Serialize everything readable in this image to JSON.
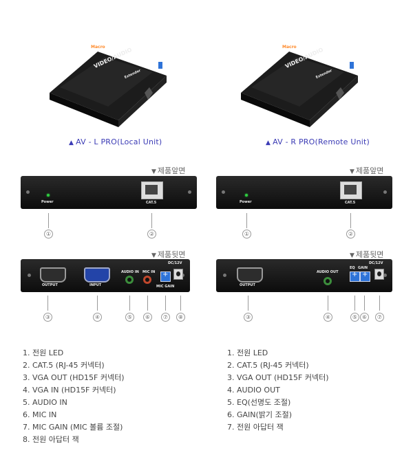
{
  "products": [
    {
      "caption": "AV - L PRO(Local Unit)",
      "brand": "Macro",
      "title": "VIDEO/AUDIO",
      "sub": "Extender"
    },
    {
      "caption": "AV - R PRO(Remote Unit)",
      "brand": "Macro",
      "title": "VIDEO/AUDIO",
      "sub": "Extender"
    }
  ],
  "front_label": "제품앞면",
  "rear_label": "제품뒷면",
  "panel_labels": {
    "power": "Power",
    "cat5": "CAT.5",
    "output": "OUTPUT",
    "input": "INPUT",
    "audio_in": "AUDIO IN",
    "mic_in": "MIC IN",
    "mic_gain": "MIC GAIN",
    "dc": "DC/12V",
    "audio_out": "AUDIO OUT",
    "eq": "EQ",
    "gain": "GAIN"
  },
  "numbers": [
    "①",
    "②",
    "③",
    "④",
    "⑤",
    "⑥",
    "⑦",
    "⑧"
  ],
  "local_list": [
    "1. 전원 LED",
    "2. CAT.5 (RJ-45 커넥터)",
    "3. VGA OUT (HD15F 커넥터)",
    "4. VGA IN (HD15F 커넥터)",
    "5. AUDIO IN",
    "6. MIC IN",
    "7. MIC GAIN (MIC 볼륨 조절)",
    "8. 전원 아답터 잭"
  ],
  "remote_list": [
    "1. 전원 LED",
    "2. CAT.5 (RJ-45 커넥터)",
    "3. VGA OUT (HD15F 커넥터)",
    "4. AUDIO OUT",
    "5. EQ(선명도 조절)",
    "6. GAIN(밝기 조절)",
    "7. 전원 아답터 잭"
  ],
  "colors": {
    "caption": "#3b3bb5",
    "panel": "#111111",
    "led": "#2ecc40",
    "trim": "#2e73d8"
  }
}
